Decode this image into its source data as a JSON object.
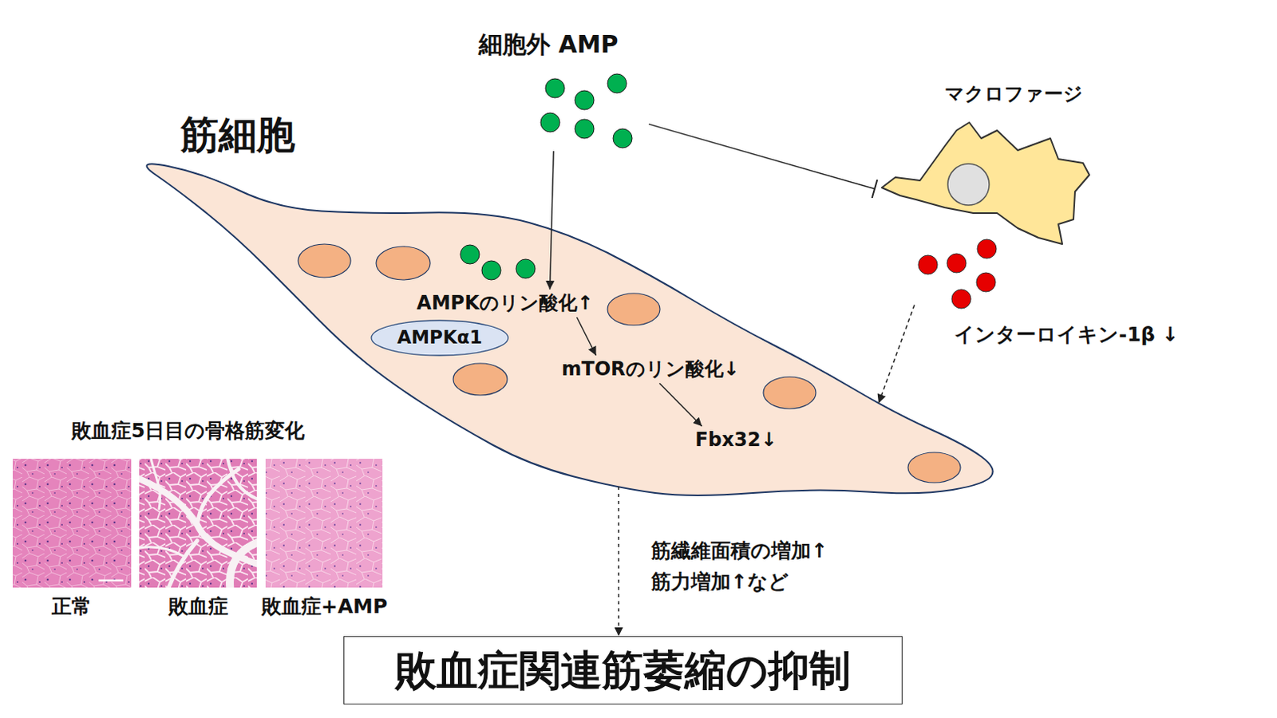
{
  "diagram": {
    "nodes": [
      {
        "text": [
          "筋細胞"
        ]
      },
      {
        "text": [
          "AMPKα1"
        ],
        "in": 0
      },
      {
        "text": [
          "AMPKのリン酸化↑"
        ],
        "in": 0
      },
      {
        "text": [
          "mTORのリン酸化↓"
        ],
        "in": 0
      },
      {
        "text": [
          "Fbx32↓"
        ],
        "in": 0
      },
      {
        "text": [
          "細胞外 AMP"
        ]
      },
      {
        "text": [
          "マクロファージ"
        ]
      },
      {
        "text": [
          "インターロイキン-1β ↓"
        ]
      },
      {
        "text": [
          "敗血症関連筋萎縮の抑制"
        ]
      }
    ],
    "edges": [
      {
        "from": 5,
        "to": 2,
        "arrow": "to"
      },
      {
        "from": 5,
        "to": 6,
        "arrow": "to"
      },
      {
        "from": 2,
        "to": 3,
        "arrow": "to"
      },
      {
        "from": 3,
        "to": 4,
        "arrow": "to"
      },
      {
        "from": 7,
        "to": 0,
        "arrow": "to"
      },
      {
        "from": 0,
        "to": 8,
        "arrow": "to",
        "label": "筋繊維面積の増加↑ 筋力増加↑など"
      }
    ],
    "labels": [
      "敗血症5日目の骨格筋変化",
      "正常",
      "敗血症",
      "敗血症+AMP"
    ]
  }
}
